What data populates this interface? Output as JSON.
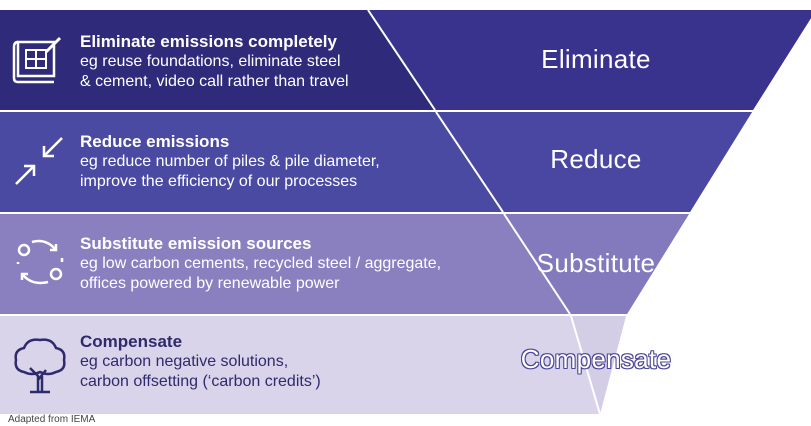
{
  "rows": [
    {
      "title": "Eliminate emissions completely",
      "description": "eg reuse foundations, eliminate steel\n& cement, video call rather than travel",
      "stage": "Eliminate",
      "icon": "blueprint-icon",
      "band_color": "#2f2a7a",
      "wedge_color": "#3a338e"
    },
    {
      "title": "Reduce emissions",
      "description": "eg reduce number of piles & pile diameter,\nimprove the efficiency of our processes",
      "stage": "Reduce",
      "icon": "shrink-arrows-icon",
      "band_color": "#4b4aa3",
      "wedge_color": "#4a47a2"
    },
    {
      "title": "Substitute emission sources",
      "description": "eg low carbon cements, recycled steel / aggregate,\noffices powered by renewable power",
      "stage": "Substitute",
      "icon": "cycle-arrows-icon",
      "band_color": "#8a80c0",
      "wedge_color": "#8379bd"
    },
    {
      "title": "Compensate",
      "description": "eg carbon negative solutions,\ncarbon offsetting (‘carbon credits’)",
      "stage": "Compensate",
      "icon": "tree-icon",
      "band_color": "#d9d4ea",
      "wedge_color": "#d3cde6"
    }
  ],
  "footnote": "Adapted from IEMA"
}
